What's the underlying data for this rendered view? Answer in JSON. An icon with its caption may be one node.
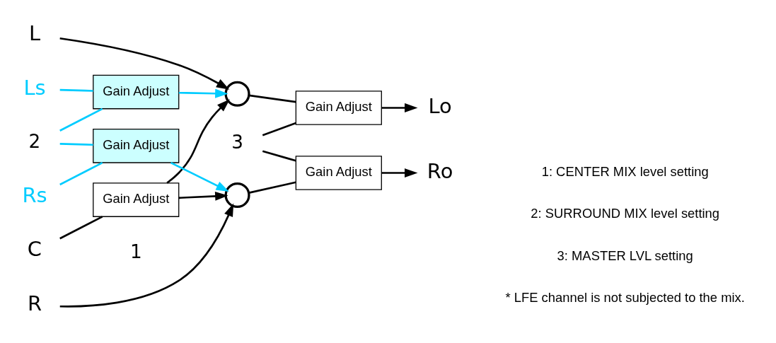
{
  "diagram": {
    "nodes": [
      {
        "text": [
          "Ls"
        ]
      },
      {
        "text": [
          "L"
        ]
      },
      {
        "text": [
          "C"
        ]
      },
      {
        "text": [
          "R"
        ]
      },
      {
        "text": [
          "Rs"
        ]
      },
      {
        "text": [
          "Gain Adjust"
        ]
      },
      {
        "text": [
          "Gain Adjust"
        ]
      },
      {
        "text": [
          "Gain Adjust"
        ]
      },
      {
        "text": [],
        "shape": "circle"
      },
      {
        "text": [],
        "shape": "circle"
      },
      {
        "text": [
          "Gain Adjust"
        ]
      },
      {
        "text": [
          "Gain Adjust"
        ]
      },
      {
        "text": [
          "Lo"
        ]
      },
      {
        "text": [
          "Ro"
        ]
      },
      {
        "text": [
          "2"
        ]
      },
      {
        "text": [
          "3"
        ]
      }
    ],
    "edges": [
      {
        "from": 0,
        "to": 5,
        "arrow": "none",
        "color": "#00ccff"
      },
      {
        "from": 5,
        "to": 8,
        "arrow": "to",
        "color": "#00ccff"
      },
      {
        "from": 1,
        "to": 8,
        "arrow": "to"
      },
      {
        "from": 2,
        "to": 6,
        "arrow": "none"
      },
      {
        "from": 6,
        "to": 8,
        "arrow": "to"
      },
      {
        "from": 6,
        "to": 9,
        "arrow": "to"
      },
      {
        "from": 3,
        "to": 9,
        "arrow": "to"
      },
      {
        "from": 4,
        "to": 7,
        "arrow": "none",
        "color": "#00ccff"
      },
      {
        "from": 7,
        "to": 9,
        "arrow": "to",
        "color": "#00ccff"
      },
      {
        "from": 8,
        "to": 10,
        "arrow": "none"
      },
      {
        "from": 10,
        "to": 12,
        "arrow": "to"
      },
      {
        "from": 9,
        "to": 11,
        "arrow": "none"
      },
      {
        "from": 11,
        "to": 13,
        "arrow": "to"
      },
      {
        "from": 14,
        "to": 5,
        "arrow": "none",
        "color": "#00ccff"
      },
      {
        "from": 14,
        "to": 7,
        "arrow": "none",
        "color": "#00ccff"
      },
      {
        "from": 15,
        "to": 10,
        "arrow": "none"
      },
      {
        "from": 15,
        "to": 11,
        "arrow": "none"
      }
    ],
    "labels": [
      "1",
      "1: CENTER MIX level setting",
      "2: SURROUND MIX level setting",
      "3: MASTER LVL setting",
      "* LFE channel is not subjected to the mix."
    ]
  }
}
